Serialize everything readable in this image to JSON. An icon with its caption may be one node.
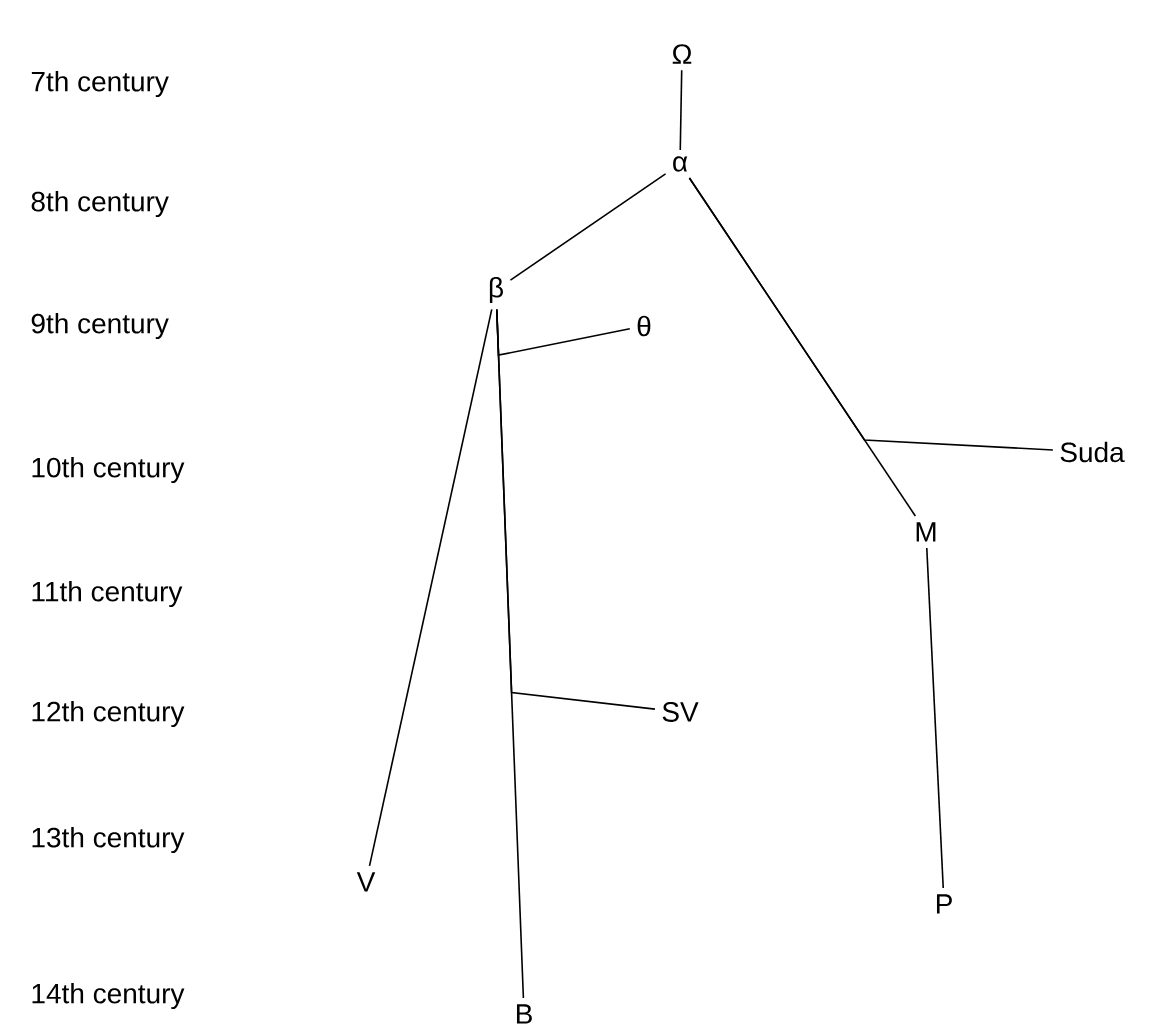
{
  "diagram": {
    "nodes": [
      {
        "text": [
          "Ω"
        ]
      },
      {
        "text": [
          "α"
        ]
      },
      {
        "text": [
          "β"
        ]
      },
      {
        "text": [
          "θ"
        ]
      },
      {
        "text": [
          "Suda"
        ]
      },
      {
        "text": [
          "M"
        ]
      },
      {
        "text": [
          "SV"
        ]
      },
      {
        "text": [
          "V"
        ]
      },
      {
        "text": [
          "P"
        ]
      },
      {
        "text": [
          "B"
        ]
      }
    ],
    "edges": [
      {
        "from": 0,
        "to": 1,
        "arrow": "none"
      },
      {
        "from": 1,
        "to": 2,
        "arrow": "none"
      },
      {
        "from": 1,
        "to": 5,
        "arrow": "none"
      },
      {
        "from": 2,
        "to": 7,
        "arrow": "none"
      },
      {
        "from": 2,
        "to": 9,
        "arrow": "none"
      },
      {
        "from": 2,
        "to": 3,
        "arrow": "none"
      },
      {
        "from": 2,
        "to": 6,
        "arrow": "none"
      },
      {
        "from": 1,
        "to": 4,
        "arrow": "none"
      },
      {
        "from": 5,
        "to": 8,
        "arrow": "none"
      }
    ],
    "labels": [
      "7th century",
      "8th century",
      "9th century",
      "10th century",
      "11th century",
      "12th century",
      "13th century",
      "14th century"
    ]
  }
}
